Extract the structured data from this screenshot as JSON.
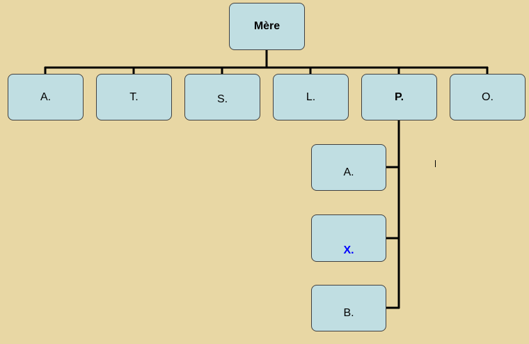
{
  "root": {
    "label": "Mère"
  },
  "children": [
    {
      "label": "A."
    },
    {
      "label": "T."
    },
    {
      "label": "S."
    },
    {
      "label": "L."
    },
    {
      "label": "P."
    },
    {
      "label": "O."
    }
  ],
  "subchildren": [
    {
      "label": "A."
    },
    {
      "label": "X."
    },
    {
      "label": "B."
    }
  ],
  "colors": {
    "background": "#e8d7a4",
    "box_fill": "#c0dee2",
    "connector": "#000000",
    "highlight_text": "#0000ff"
  }
}
